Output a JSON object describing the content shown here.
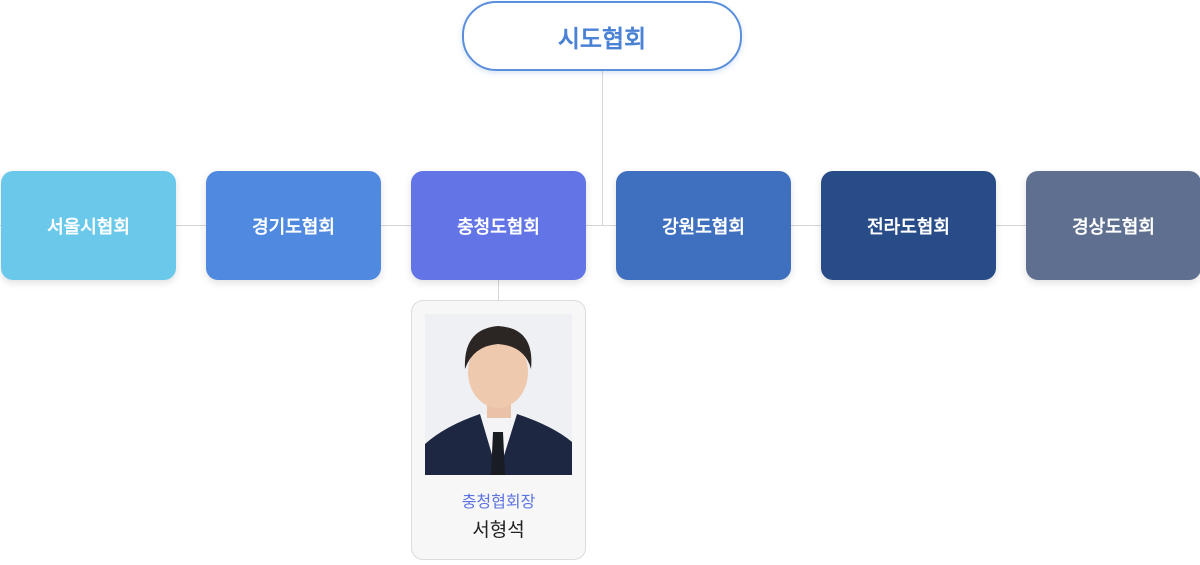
{
  "root": {
    "label": "시도협회",
    "color": "#4a82d6"
  },
  "associations": [
    {
      "label": "서울시협회",
      "color": "#6ac8ea"
    },
    {
      "label": "경기도협회",
      "color": "#4f8ae0"
    },
    {
      "label": "충청도협회",
      "color": "#6274e6"
    },
    {
      "label": "강원도협회",
      "color": "#3f70bf"
    },
    {
      "label": "전라도협회",
      "color": "#284c87"
    },
    {
      "label": "경상도협회",
      "color": "#5f6f8f"
    }
  ],
  "person": {
    "role": "충청협회장",
    "name": "서형석"
  }
}
